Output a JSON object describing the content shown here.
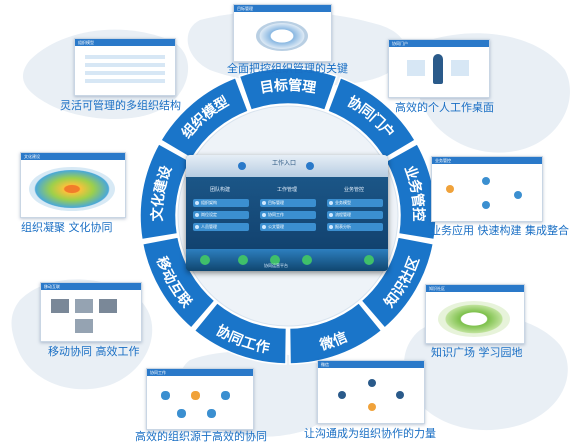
{
  "ring": {
    "segments": [
      {
        "label": "目标管理",
        "color": "#1a75c9"
      },
      {
        "label": "协同门户",
        "color": "#1a75c9"
      },
      {
        "label": "业务管控",
        "color": "#1a75c9"
      },
      {
        "label": "知识社区",
        "color": "#1a75c9"
      },
      {
        "label": "微信",
        "color": "#1a75c9"
      },
      {
        "label": "协同工作",
        "color": "#1a75c9"
      },
      {
        "label": "移动互联",
        "color": "#1a75c9"
      },
      {
        "label": "文化建设",
        "color": "#1a75c9"
      },
      {
        "label": "组织模型",
        "color": "#1a75c9"
      }
    ]
  },
  "captions": {
    "top": "全面把控组织管理的关键",
    "top_right": "高效的个人工作桌面",
    "right": "业务应用 快速构建 集成整合",
    "right_bottom": "知识广场 学习园地",
    "bottom_right": "让沟通成为组织协作的力量",
    "bottom_left": "高效的组织源于高效的协同",
    "left_bottom": "移动协同 高效工作",
    "left": "组织凝聚 文化协同",
    "top_left": "灵活可管理的多组织结构"
  },
  "thumb_titles": {
    "top": "目标管理",
    "top_right": "协同门户",
    "right": "业务管控",
    "right_bottom": "知识社区",
    "bottom_right": "微信",
    "bottom_left": "协同工作",
    "left_bottom": "移动互联",
    "left": "文化建设",
    "top_left": "组织模型"
  },
  "screen": {
    "brand": "工作入口",
    "columns": [
      {
        "title": "团队构建",
        "items": [
          "组织架构",
          "岗位设定",
          "人员管理"
        ]
      },
      {
        "title": "工作管理",
        "items": [
          "目标管理",
          "协同工作",
          "公文管理"
        ]
      },
      {
        "title": "业务管控",
        "items": [
          "业务模型",
          "流程管理",
          "报表分析"
        ]
      }
    ],
    "bottom_label": "协同运营平台"
  },
  "colors": {
    "ring_blue": "#1a75c9",
    "ring_inner": "#eef3f8",
    "background_map": "#e9eff5",
    "caption": "#1a6fc4"
  }
}
